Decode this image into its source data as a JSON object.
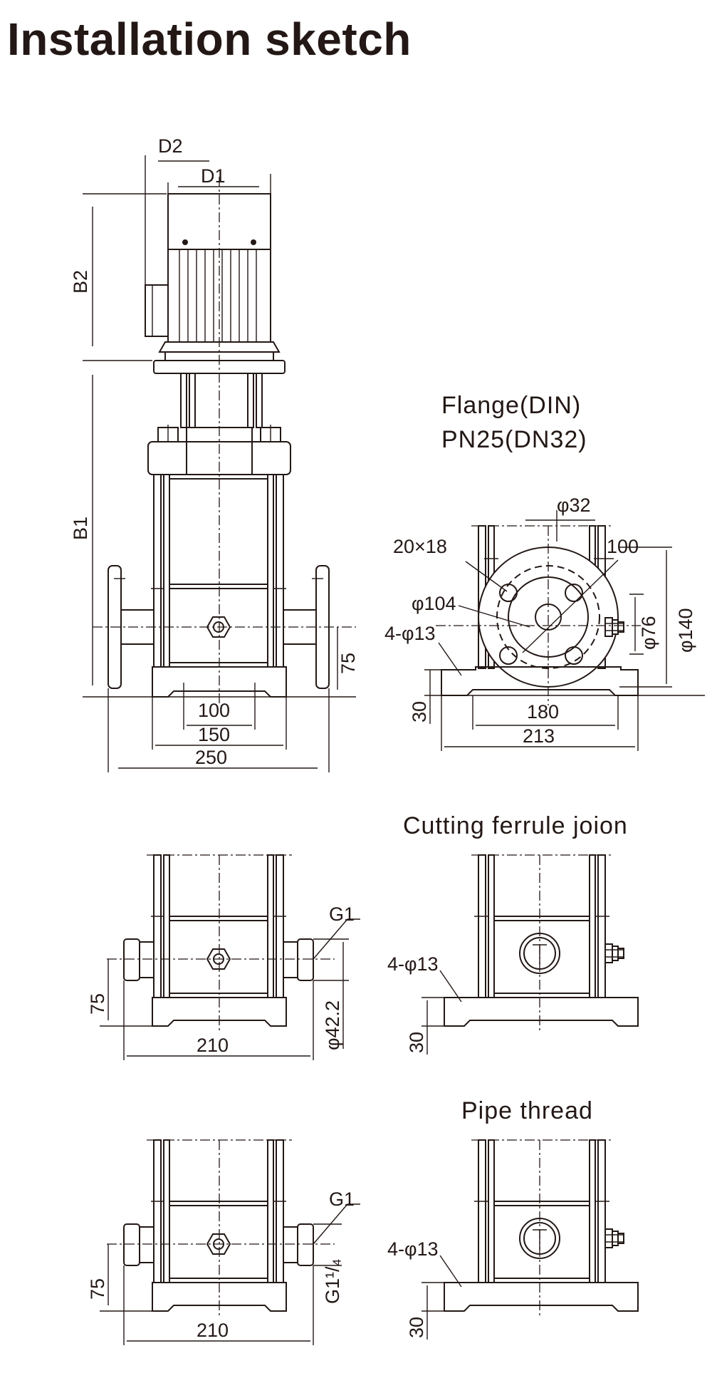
{
  "title": "Installation sketch",
  "main_view": {
    "labels": {
      "d2": "D2",
      "d1": "D1",
      "b2": "B2",
      "b1": "B1",
      "h75": "75",
      "w100": "100",
      "w150": "150",
      "w250": "250"
    }
  },
  "flange_view": {
    "heading_line1": "Flange(DIN)",
    "heading_line2": "PN25(DN32)",
    "labels": {
      "phi32": "φ32",
      "slot": "20×18",
      "d100": "100",
      "phi104": "φ104",
      "holes": "4-φ13",
      "phi76": "φ76",
      "phi140": "φ140",
      "h30": "30",
      "w180": "180",
      "w213": "213"
    }
  },
  "ferrule_front": {
    "labels": {
      "g1": "G1",
      "h75": "75",
      "phi": "φ42.2",
      "w210": "210"
    }
  },
  "ferrule_side": {
    "heading": "Cutting ferrule joion",
    "labels": {
      "holes": "4-φ13",
      "h30": "30"
    }
  },
  "thread_front": {
    "labels": {
      "g1": "G1",
      "g114": "G1¹/₄",
      "h75": "75",
      "w210": "210"
    }
  },
  "thread_side": {
    "heading": "Pipe thread",
    "labels": {
      "holes": "4-φ13",
      "h30": "30"
    }
  }
}
